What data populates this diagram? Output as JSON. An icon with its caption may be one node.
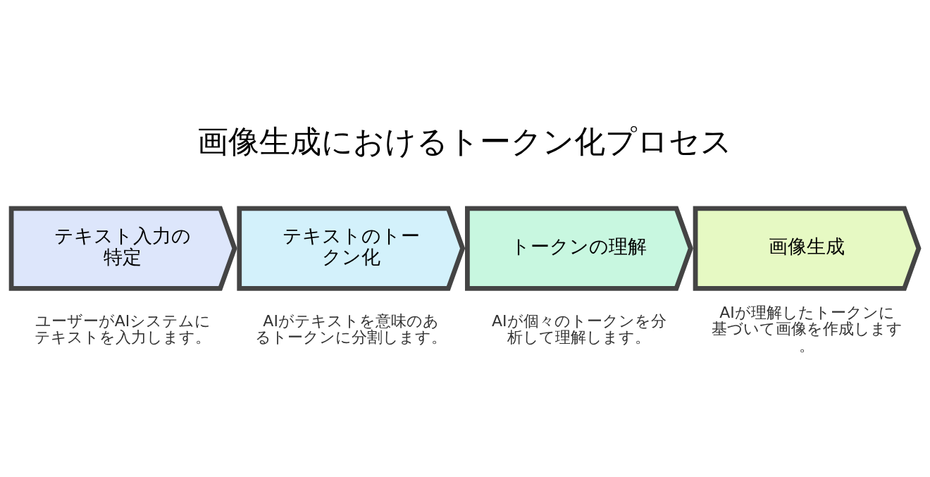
{
  "diagram": {
    "title": "画像生成におけるトークン化プロセス",
    "nodes": [
      {
        "text": [
          "テキスト入力の特定"
        ],
        "beside": [
          "ユーザーがAIシステムにテキストを入力します。"
        ]
      },
      {
        "text": [
          "テキストのトークン化"
        ],
        "beside": [
          "AIがテキストを意味のあるトークンに分割します。"
        ]
      },
      {
        "text": [
          "トークンの理解"
        ],
        "beside": [
          "AIが個々のトークンを分析して理解します。"
        ]
      },
      {
        "text": [
          "画像生成"
        ],
        "beside": [
          "AIが理解したトークンに基づいて画像を作成します。"
        ]
      }
    ]
  }
}
